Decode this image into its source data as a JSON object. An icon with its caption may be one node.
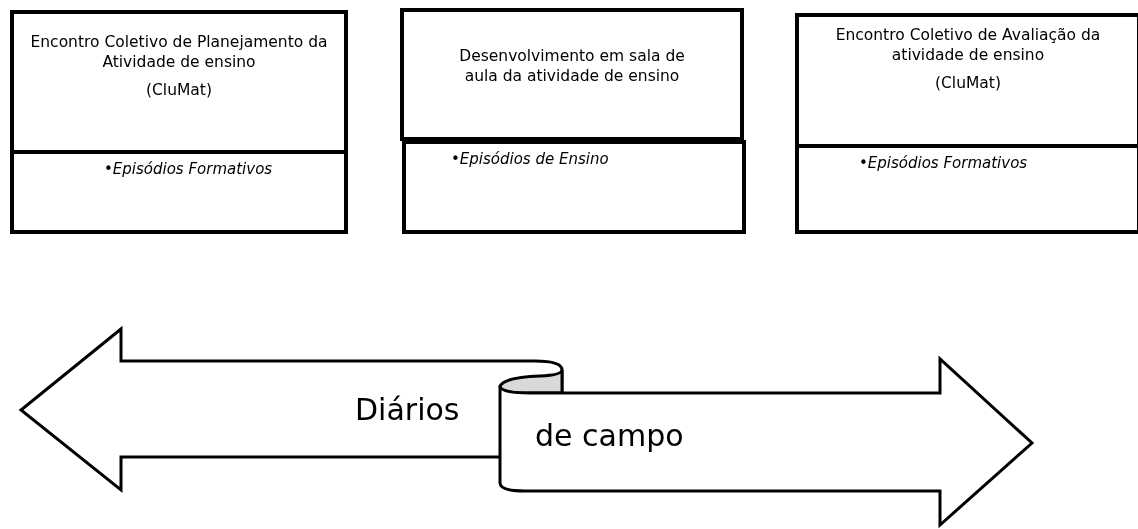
{
  "diagram": {
    "nodes": [
      {
        "text": [
          "Encontro Coletivo de Planejamento da Atividade de ensino",
          "(CluMat)"
        ]
      },
      {
        "text": [
          "•Episódios Formativos"
        ]
      },
      {
        "text": [
          "Desenvolvimento em sala de aula da  atividade de ensino"
        ]
      },
      {
        "text": [
          "•Episódios de Ensino"
        ]
      },
      {
        "text": [
          "Encontro Coletivo de Avaliação da atividade de ensino",
          "(CluMat)"
        ]
      },
      {
        "text": [
          "•Episódios Formativos"
        ]
      },
      {
        "text": [
          "Diários",
          "de campo"
        ]
      }
    ]
  }
}
